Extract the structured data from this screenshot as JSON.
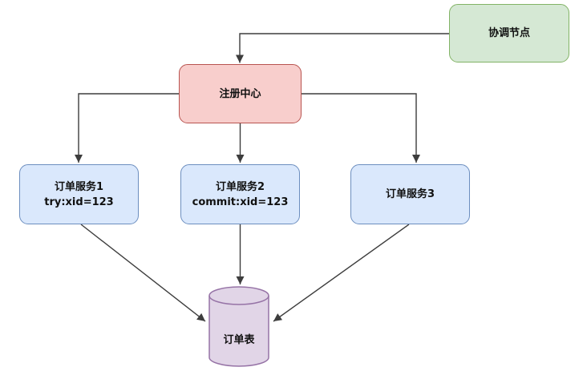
{
  "diagram": {
    "line_color": "#3d3d3d",
    "nodes": {
      "coordinator": {
        "label": "协调节点",
        "fill": "#d5e8d4",
        "border": "#82b366"
      },
      "registry": {
        "label": "注册中心",
        "fill": "#f8cecc",
        "border": "#b85450"
      },
      "service1": {
        "label": "订单服务1",
        "sublabel": "try:xid=123",
        "fill": "#dae8fc",
        "border": "#6c8ebf"
      },
      "service2": {
        "label": "订单服务2",
        "sublabel": "commit:xid=123",
        "fill": "#dae8fc",
        "border": "#6c8ebf"
      },
      "service3": {
        "label": "订单服务3",
        "fill": "#dae8fc",
        "border": "#6c8ebf"
      },
      "database": {
        "label": "订单表",
        "fill": "#e1d5e7",
        "border": "#9673a6"
      }
    },
    "edges": [
      {
        "from": "coordinator",
        "to": "registry"
      },
      {
        "from": "registry",
        "to": "service1"
      },
      {
        "from": "registry",
        "to": "service2"
      },
      {
        "from": "registry",
        "to": "service3"
      },
      {
        "from": "service1",
        "to": "database"
      },
      {
        "from": "service2",
        "to": "database"
      },
      {
        "from": "service3",
        "to": "database"
      }
    ]
  }
}
